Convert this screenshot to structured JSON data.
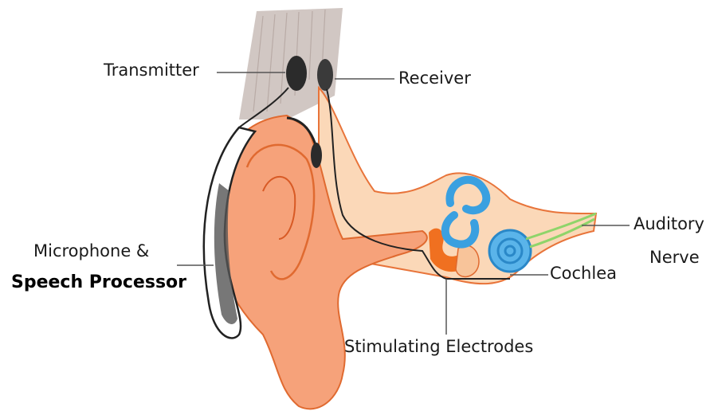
{
  "labels": {
    "transmitter": "Transmitter",
    "receiver": "Receiver",
    "auditory_nerve_line1": "Auditory",
    "auditory_nerve_line2": "Nerve",
    "microphone_line1": "Microphone &",
    "microphone_line2": "Speech Processor",
    "cochlea": "Cochlea",
    "stimulating_electrodes": "Stimulating Electrodes"
  },
  "colors": {
    "skin_outline": "#e8743a",
    "skin_fill": "#f9c9a6",
    "ear_fill": "#f6a27a",
    "hair": "#b8aaa6",
    "cochlea": "#3aa0e0",
    "nerve": "#8fd46a",
    "device": "#2b2b2b",
    "ossicle": "#f07020",
    "leader_line": "#555555"
  }
}
